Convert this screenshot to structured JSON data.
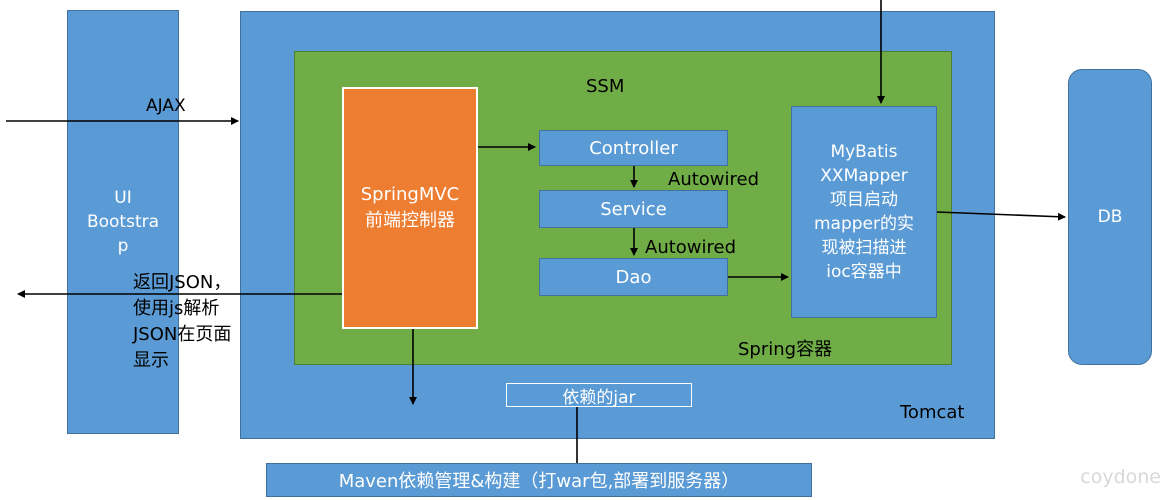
{
  "ui_box": {
    "label": "UI\nBootstra\np"
  },
  "tomcat": {
    "label": "Tomcat"
  },
  "ssm": {
    "label": "SSM"
  },
  "spring_container": {
    "label": "Spring容器"
  },
  "springmvc": {
    "label": "SpringMVC\n前端控制器"
  },
  "controller": {
    "label": "Controller"
  },
  "service": {
    "label": "Service"
  },
  "dao": {
    "label": "Dao"
  },
  "autowired_1": {
    "label": "Autowired"
  },
  "autowired_2": {
    "label": "Autowired"
  },
  "mybatis": {
    "label": "MyBatis\nXXMapper\n项目启动\nmapper的实\n现被扫描进\nioc容器中"
  },
  "db": {
    "label": "DB"
  },
  "ajax": {
    "label": "AJAX"
  },
  "return_json": {
    "label": "返回JSON，\n使用js解析\nJSON在页面\n显示"
  },
  "jar": {
    "label": "依赖的jar"
  },
  "maven": {
    "label": "Maven依赖管理&构建（打war包,部署到服务器）"
  },
  "watermark": {
    "label": "coydone"
  },
  "colors": {
    "blue": "#5b9bd5",
    "green": "#70ad47",
    "orange": "#ed7d31"
  }
}
